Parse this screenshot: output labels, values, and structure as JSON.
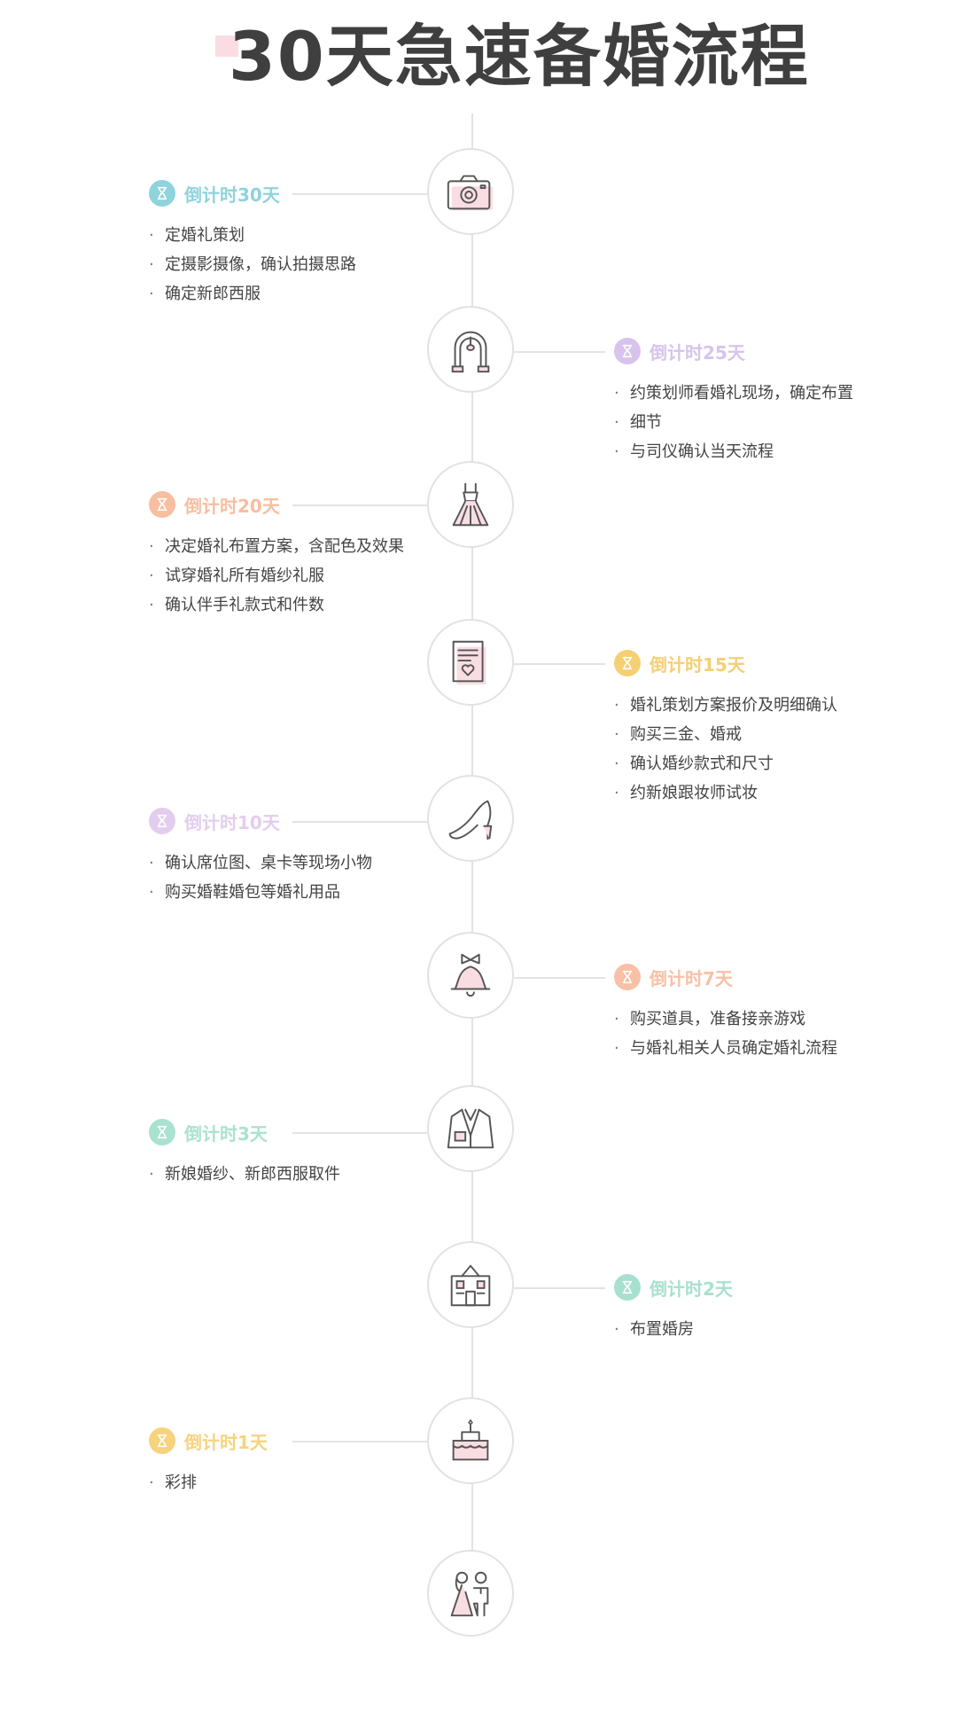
{
  "title": "30天急速备婚流程",
  "colors": {
    "teal": "#8fd3dc",
    "lavender": "#d7c3ec",
    "peach": "#f7bea0",
    "gold": "#f5cf72",
    "lilac": "#e3cdee",
    "salmon": "#f8c0a6",
    "mint": "#a9e2d0",
    "aqua": "#a8e0cf",
    "yellow": "#f6d37c"
  },
  "stages": [
    {
      "label": "倒计时30天",
      "color": "#8fd3dc",
      "side": "left",
      "icon": "camera-icon",
      "items": [
        "定婚礼策划",
        "定摄影摄像，确认拍摄思路",
        "确定新郎西服"
      ]
    },
    {
      "label": "倒计时25天",
      "color": "#d7c3ec",
      "side": "right",
      "icon": "flower-arch-icon",
      "items": [
        "约策划师看婚礼现场，确定布置",
        "细节",
        "与司仪确认当天流程"
      ]
    },
    {
      "label": "倒计时20天",
      "color": "#f7bea0",
      "side": "left",
      "icon": "wedding-dress-icon",
      "items": [
        "决定婚礼布置方案，含配色及效果",
        "试穿婚礼所有婚纱礼服",
        "确认伴手礼款式和件数"
      ]
    },
    {
      "label": "倒计时15天",
      "color": "#f5cf72",
      "side": "right",
      "icon": "document-heart-icon",
      "items": [
        "婚礼策划方案报价及明细确认",
        "购买三金、婚戒",
        "确认婚纱款式和尺寸",
        "约新娘跟妆师试妆"
      ]
    },
    {
      "label": "倒计时10天",
      "color": "#e3cdee",
      "side": "left",
      "icon": "high-heel-icon",
      "items": [
        "确认席位图、桌卡等现场小物",
        "购买婚鞋婚包等婚礼用品"
      ]
    },
    {
      "label": "倒计时7天",
      "color": "#f8c0a6",
      "side": "right",
      "icon": "bell-icon",
      "items": [
        "购买道具，准备接亲游戏",
        "与婚礼相关人员确定婚礼流程"
      ]
    },
    {
      "label": "倒计时3天",
      "color": "#a9e2d0",
      "side": "left",
      "icon": "suit-icon",
      "items": [
        "新娘婚纱、新郎西服取件"
      ]
    },
    {
      "label": "倒计时2天",
      "color": "#a8e0cf",
      "side": "right",
      "icon": "house-icon",
      "items": [
        "布置婚房"
      ]
    },
    {
      "label": "倒计时1天",
      "color": "#f6d37c",
      "side": "left",
      "icon": "cake-icon",
      "items": [
        "彩排"
      ]
    }
  ],
  "final_icon": "bride-groom-icon"
}
